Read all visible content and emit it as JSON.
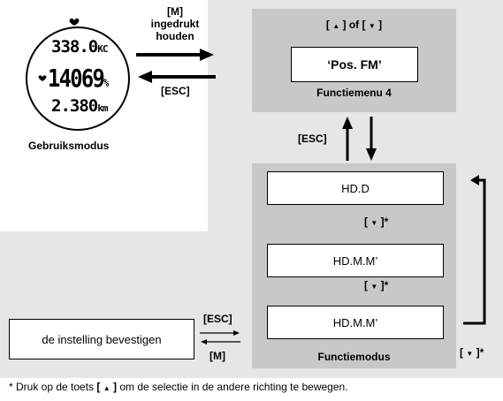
{
  "device": {
    "line1": "338.0",
    "line1_unit": "KC",
    "line2": "14069",
    "line2_unit": "%",
    "line3": "2.380",
    "line3_unit": "km",
    "caption": "Gebruiksmodus"
  },
  "arrows": {
    "m_hold": [
      "[M]",
      "ingedrukt",
      "houden"
    ],
    "esc_top": "[ESC]",
    "esc_mid": "[ESC]",
    "esc_bottom": "[ESC]",
    "m_bottom": "[M]"
  },
  "function_menu": {
    "nav_label": "of",
    "item": "‘Pos. FM’",
    "title": "Functiemenu 4"
  },
  "function_mode": {
    "items": [
      "HD.D",
      "HD.M.M’",
      "HD.M.M’"
    ],
    "step_label": "]*",
    "title": "Functiemodus"
  },
  "confirm_box": "de instelling bevestigen",
  "footnote": {
    "prefix": "* Druk op de toets",
    "suffix": "om de selectie in de andere richting te bewegen."
  },
  "colors": {
    "gray_panel": "#c8c8c8",
    "bg_gray": "#e6e6e6"
  }
}
